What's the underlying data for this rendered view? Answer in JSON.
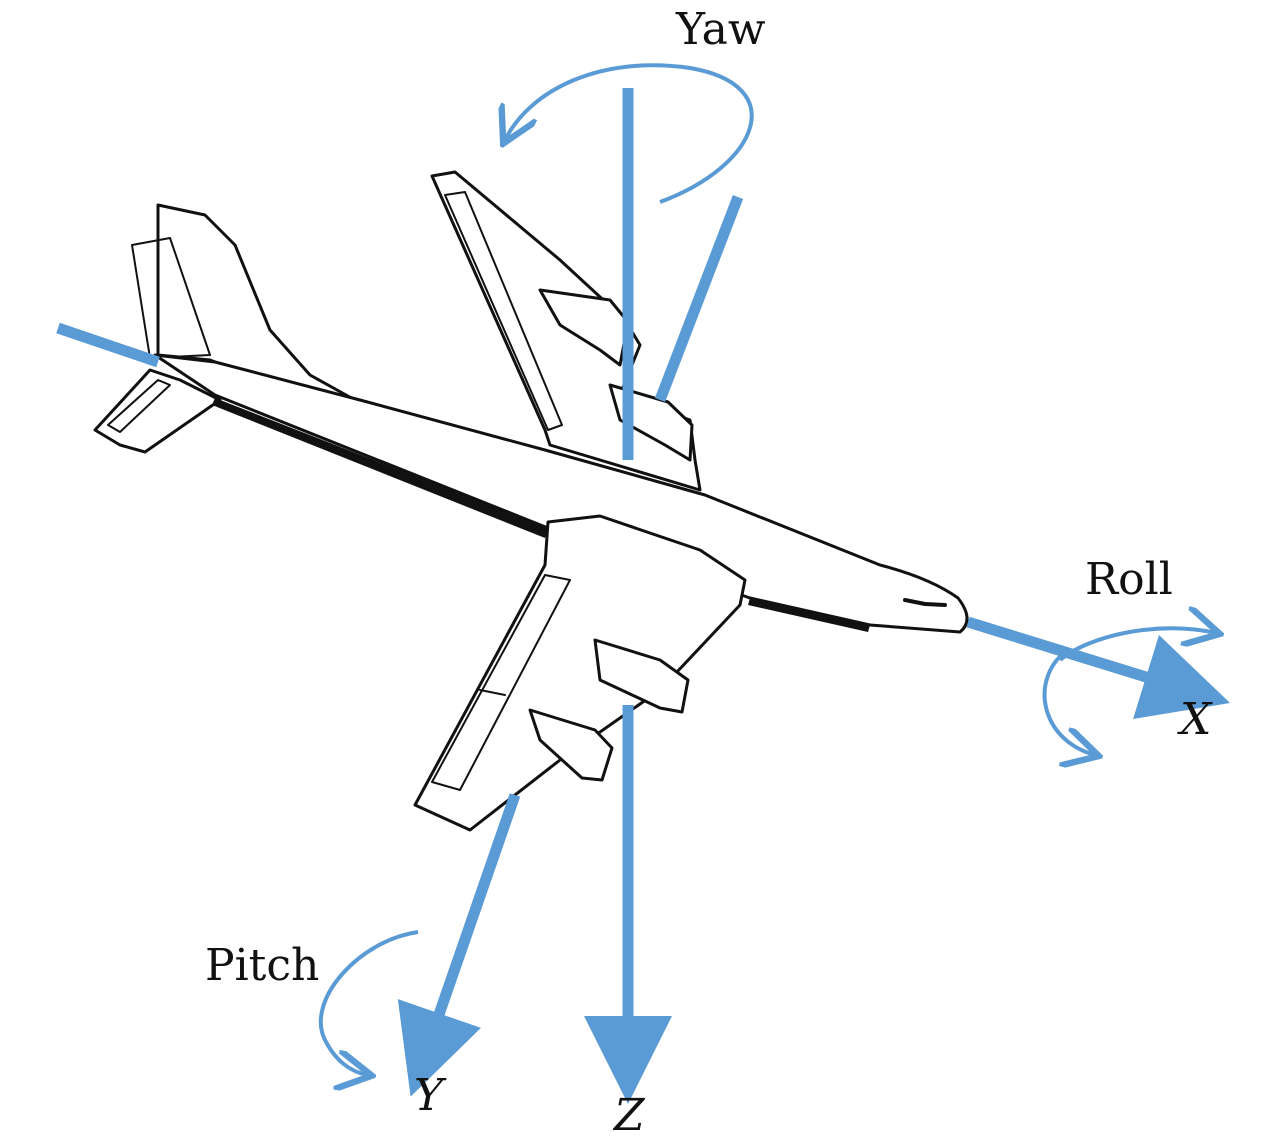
{
  "colors": {
    "axis": "#5b9bd5",
    "ink": "#111111",
    "background": "#ffffff"
  },
  "labels": {
    "yaw": "Yaw",
    "roll": "Roll",
    "pitch": "Pitch",
    "x_axis": "X",
    "y_axis": "Y",
    "z_axis": "Z"
  },
  "icons": {
    "aircraft": "airplane-line-drawing",
    "rotation": "curved-arrow"
  }
}
